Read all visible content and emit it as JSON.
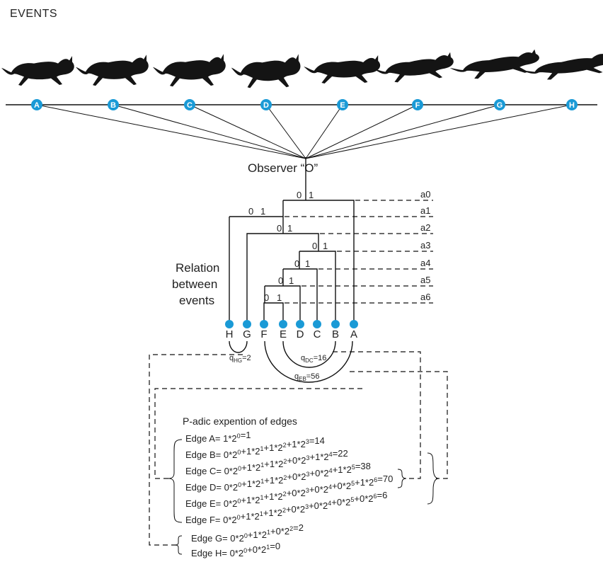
{
  "title": "EVENTS",
  "timeline_events": [
    "A",
    "B",
    "C",
    "D",
    "E",
    "F",
    "G",
    "H"
  ],
  "observer_label": "Observer  “O”",
  "relation_label": [
    "Relation",
    "between",
    "events"
  ],
  "tree": {
    "bits": [
      {
        "zero": "0",
        "one": "1"
      },
      {
        "zero": "0",
        "one": "1"
      },
      {
        "zero": "0",
        "one": "1"
      },
      {
        "zero": "0",
        "one": "1"
      },
      {
        "zero": "0",
        "one": "1"
      },
      {
        "zero": "0",
        "one": "1"
      },
      {
        "zero": "0",
        "one": "1"
      }
    ],
    "levels": [
      "a0",
      "a1",
      "a2",
      "a3",
      "a4",
      "a5",
      "a6"
    ],
    "leaves": [
      "H",
      "G",
      "F",
      "E",
      "D",
      "C",
      "B",
      "A"
    ]
  },
  "distances": [
    {
      "name": "q",
      "sub": "HG",
      "value": "=2"
    },
    {
      "name": "q",
      "sub": "DC",
      "value": "=16"
    },
    {
      "name": "q",
      "sub": "EB",
      "value": "=56"
    }
  ],
  "expansion": {
    "heading": "P-adic expention of edges",
    "edges": [
      {
        "label": "Edge A",
        "terms": [
          [
            "1",
            "0"
          ]
        ],
        "result": "1"
      },
      {
        "label": "Edge B",
        "terms": [
          [
            "0",
            "0"
          ],
          [
            "1",
            "1"
          ],
          [
            "1",
            "2"
          ],
          [
            "1",
            "3"
          ]
        ],
        "result": "14"
      },
      {
        "label": "Edge C",
        "terms": [
          [
            "0",
            "0"
          ],
          [
            "1",
            "1"
          ],
          [
            "1",
            "2"
          ],
          [
            "0",
            "3"
          ],
          [
            "1",
            "4"
          ]
        ],
        "result": "22"
      },
      {
        "label": "Edge D",
        "terms": [
          [
            "0",
            "0"
          ],
          [
            "1",
            "1"
          ],
          [
            "1",
            "2"
          ],
          [
            "0",
            "3"
          ],
          [
            "0",
            "4"
          ],
          [
            "1",
            "5"
          ]
        ],
        "result": "38"
      },
      {
        "label": "Edge E",
        "terms": [
          [
            "0",
            "0"
          ],
          [
            "1",
            "1"
          ],
          [
            "1",
            "2"
          ],
          [
            "0",
            "3"
          ],
          [
            "0",
            "4"
          ],
          [
            "0",
            "5"
          ],
          [
            "1",
            "6"
          ]
        ],
        "result": "70"
      },
      {
        "label": "Edge F",
        "terms": [
          [
            "0",
            "0"
          ],
          [
            "1",
            "1"
          ],
          [
            "1",
            "2"
          ],
          [
            "0",
            "3"
          ],
          [
            "0",
            "4"
          ],
          [
            "0",
            "5"
          ],
          [
            "0",
            "6"
          ]
        ],
        "result": "6"
      },
      {
        "label": "Edge G",
        "terms": [
          [
            "0",
            "0"
          ],
          [
            "1",
            "1"
          ],
          [
            "0",
            "2"
          ]
        ],
        "result": "2"
      },
      {
        "label": "Edge H",
        "terms": [
          [
            "0",
            "0"
          ],
          [
            "0",
            "1"
          ]
        ],
        "result": "0"
      }
    ]
  },
  "colors": {
    "node": "#1a9ad6",
    "line": "#111111",
    "cat": "#141414"
  }
}
